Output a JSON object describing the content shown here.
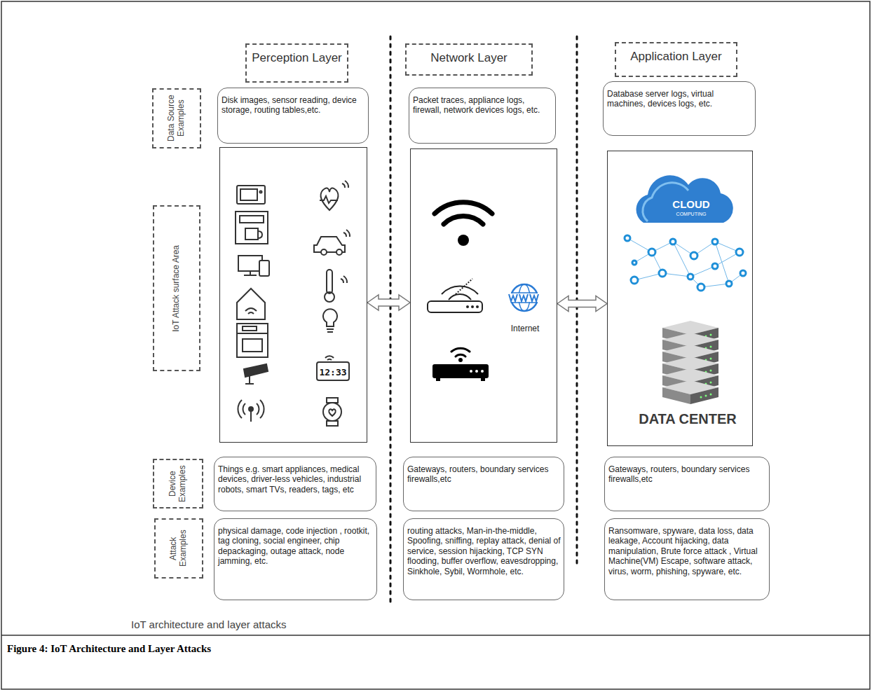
{
  "diagram": {
    "caption": "Figure 4: IoT Architecture and Layer Attacks",
    "nodes": [
      {
        "text": [
          "Perception Layer"
        ]
      },
      {
        "text": [
          "Network Layer"
        ]
      },
      {
        "text": [
          "Application Layer"
        ]
      },
      {
        "text": [
          "Data Source Examples"
        ]
      },
      {
        "text": [
          "Disk images, sensor reading, device storage, routing tables,etc."
        ]
      },
      {
        "text": [
          "Packet traces, appliance logs, firewall, network devices logs, etc."
        ]
      },
      {
        "text": [
          "Database server logs, virtual machines, devices logs, etc."
        ]
      },
      {
        "text": [
          "IoT Attack surface Area"
        ]
      },
      {
        "text": [
          "12:33"
        ]
      },
      {
        "text": [
          "Internet"
        ]
      },
      {
        "text": [
          "CLOUD",
          "COMPUTING",
          "DATA CENTER"
        ]
      },
      {
        "text": [
          "Device Examples"
        ]
      },
      {
        "text": [
          "Things e.g. smart appliances, medical devices, driver-less vehicles, industrial robots, smart TVs, readers, tags, etc"
        ]
      },
      {
        "text": [
          "Gateways, routers, boundary services firewalls,etc"
        ]
      },
      {
        "text": [
          "Gateways, routers, boundary services firewalls,etc"
        ]
      },
      {
        "text": [
          "Attack Examples"
        ]
      },
      {
        "text": [
          "physical damage, code injection , rootkit, tag cloning, social engineer, chip depackaging, outage attack, node jamming, etc."
        ]
      },
      {
        "text": [
          "routing attacks, Man-in-the-middle, Spoofing, sniffing, replay attack, denial of service, session hijacking, TCP SYN flooding, buffer overflow, eavesdropping, Sinkhole, Sybil, Wormhole, etc."
        ]
      },
      {
        "text": [
          "Ransomware, spyware, data loss, data leakage, Account hijacking, data manipulation, Brute force attack , Virtual Machine(VM) Escape, software attack,  virus, worm, phishing, spyware, etc."
        ]
      }
    ],
    "edges": [
      {
        "from": 8,
        "to": 9,
        "arrow": "both"
      },
      {
        "from": 9,
        "to": 10,
        "arrow": "both"
      }
    ],
    "labels": [
      "IoT architecture and layer attacks"
    ]
  }
}
